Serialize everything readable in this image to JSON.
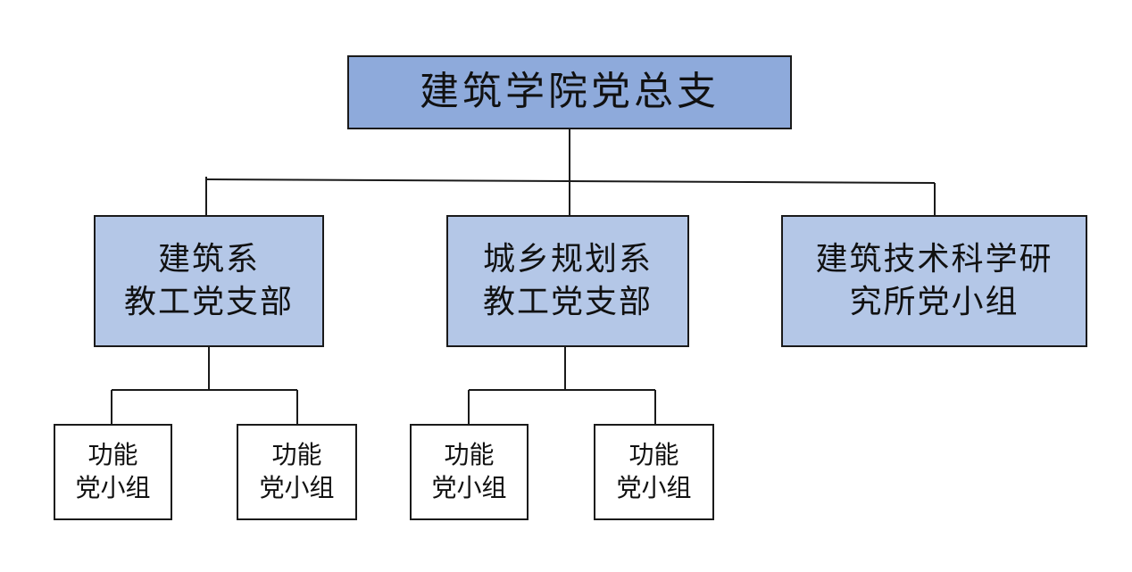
{
  "org_chart": {
    "root": {
      "label": "建筑学院党总支"
    },
    "branches": [
      {
        "line1": "建筑系",
        "line2": "教工党支部"
      },
      {
        "line1": "城乡规划系",
        "line2": "教工党支部"
      },
      {
        "line1": "建筑技术科学研",
        "line2": "究所党小组"
      }
    ],
    "groups": [
      {
        "line1": "功能",
        "line2": "党小组"
      },
      {
        "line1": "功能",
        "line2": "党小组"
      },
      {
        "line1": "功能",
        "line2": "党小组"
      },
      {
        "line1": "功能",
        "line2": "党小组"
      }
    ]
  },
  "colors": {
    "root_fill": "#8eaadb",
    "branch_fill": "#b4c7e7",
    "group_fill": "#ffffff",
    "line": "#1a1a1a"
  }
}
